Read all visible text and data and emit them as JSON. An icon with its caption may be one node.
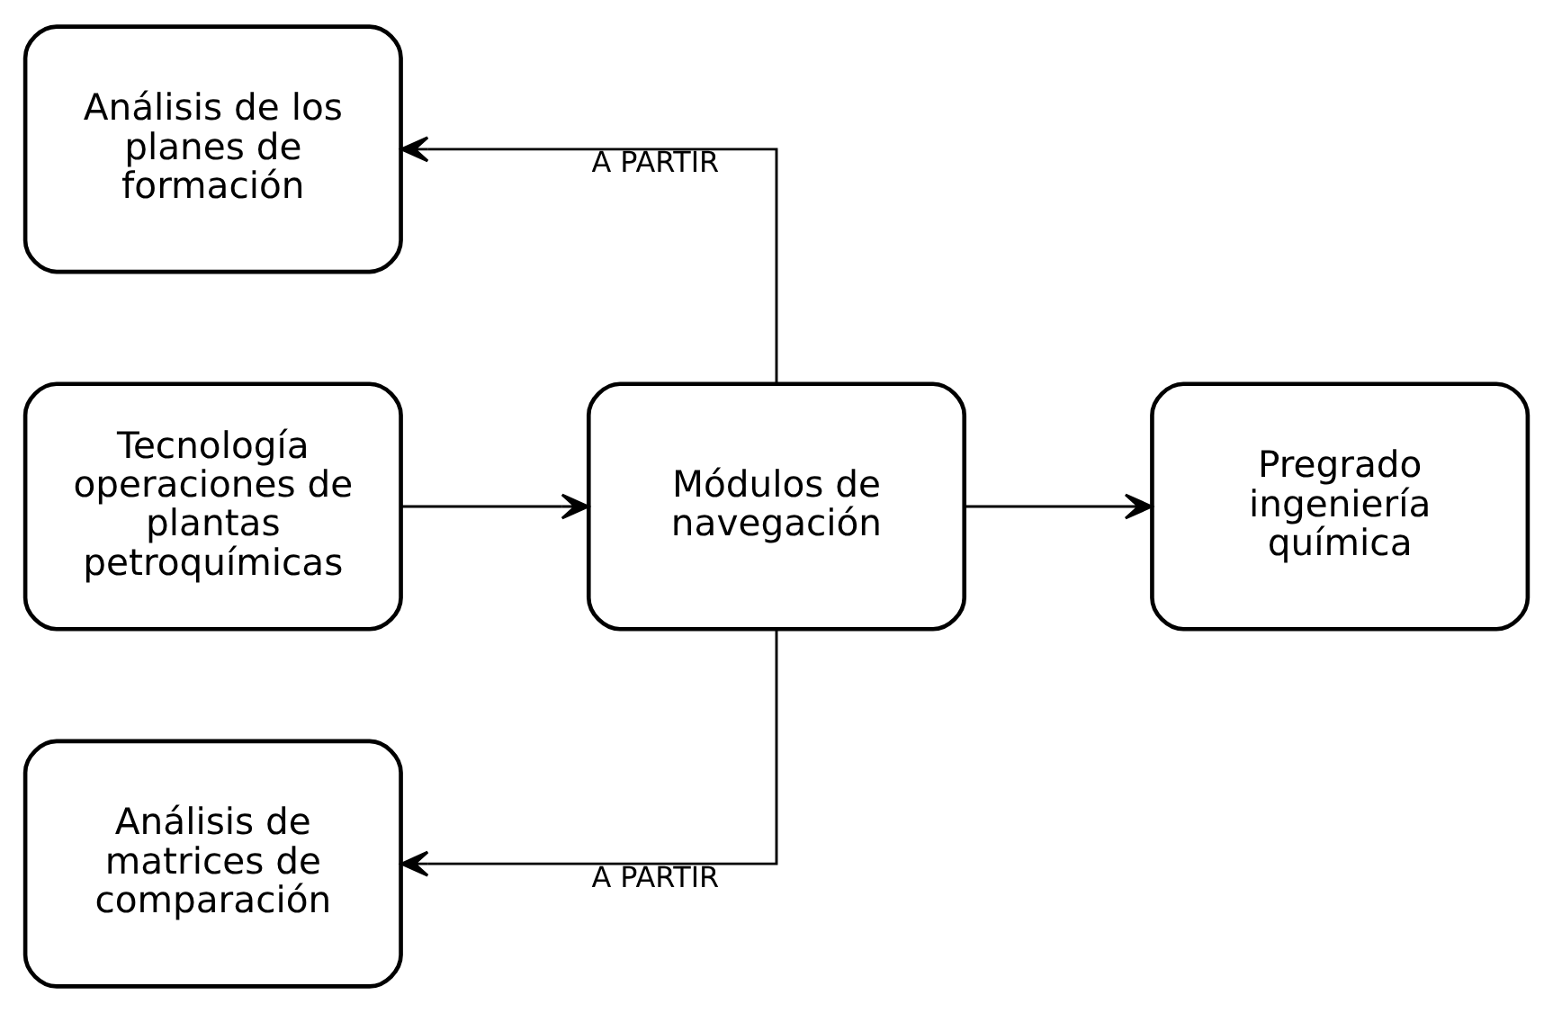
{
  "diagram": {
    "nodes": [
      {
        "text": [
          "Análisis de los planes de formación"
        ]
      },
      {
        "text": [
          "Tecnología operaciones de plantas petroquímicas"
        ]
      },
      {
        "text": [
          "Módulos de navegación"
        ]
      },
      {
        "text": [
          "Pregrado ingeniería química"
        ]
      },
      {
        "text": [
          "Análisis de matrices de comparación"
        ]
      }
    ],
    "edges": [
      {
        "from": 1,
        "to": 2,
        "arrow": "to"
      },
      {
        "from": 2,
        "to": 3,
        "arrow": "to"
      },
      {
        "from": 2,
        "to": 0,
        "arrow": "to",
        "label": "A PARTIR"
      },
      {
        "from": 2,
        "to": 4,
        "arrow": "to",
        "label": "A PARTIR"
      }
    ]
  }
}
